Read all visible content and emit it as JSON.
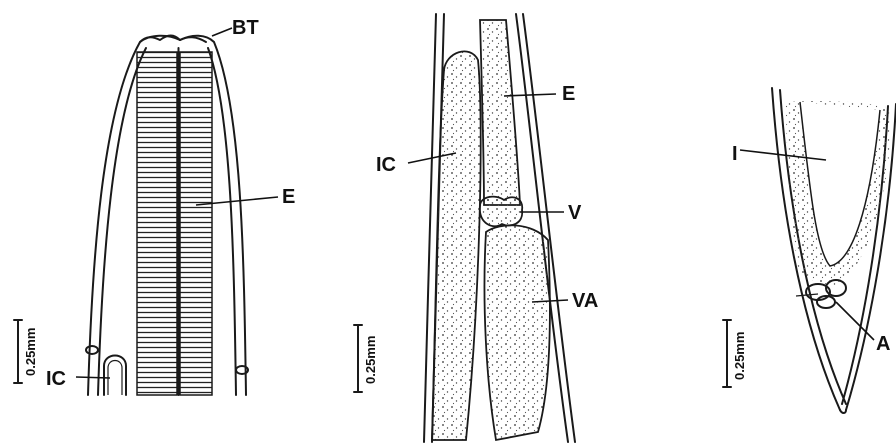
{
  "panels": [
    {
      "labels": {
        "bt": "BT",
        "e": "E",
        "ic": "IC"
      },
      "scale": "0.25mm"
    },
    {
      "labels": {
        "e": "E",
        "ic": "IC",
        "v": "V",
        "va": "VA"
      },
      "scale": "0.25mm"
    },
    {
      "labels": {
        "i": "I",
        "a": "A"
      },
      "scale": "0.25mm"
    }
  ]
}
